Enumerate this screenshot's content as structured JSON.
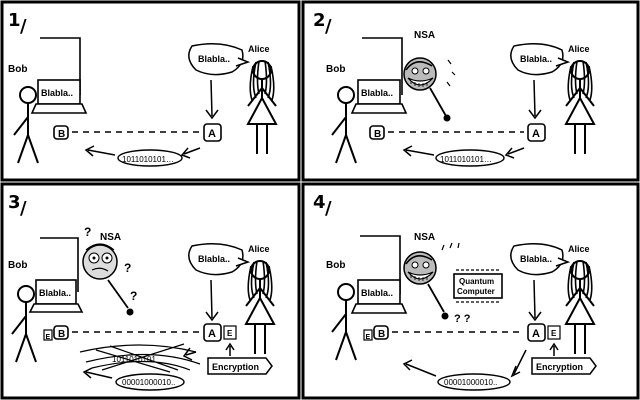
{
  "panels": [
    {
      "number": "1",
      "bob": "Bob",
      "alice": "Alice",
      "laptop_text": "Blabla..",
      "speech": "Blabla..",
      "box_b": "B",
      "box_a": "A",
      "binary": "1011010101…"
    },
    {
      "number": "2",
      "bob": "Bob",
      "alice": "Alice",
      "nsa": "NSA",
      "laptop_text": "Blabla..",
      "speech": "Blabla..",
      "box_b": "B",
      "box_a": "A",
      "binary": "1011010101…"
    },
    {
      "number": "3",
      "bob": "Bob",
      "alice": "Alice",
      "nsa": "NSA",
      "laptop_text": "Blabla..",
      "speech": "Blabla..",
      "box_b": "B",
      "box_a": "A",
      "key_left": "E",
      "key_right": "E",
      "binary_scribbled": "1011010101",
      "binary": "00001000010..",
      "encryption": "Encryption",
      "confused": "?"
    },
    {
      "number": "4",
      "bob": "Bob",
      "alice": "Alice",
      "nsa": "NSA",
      "laptop_text": "Blabla..",
      "speech": "Blabla..",
      "box_b": "B",
      "box_a": "A",
      "key_left": "E",
      "key_right": "E",
      "binary": "00001000010..",
      "encryption": "Encryption",
      "qc_line1": "Quantum",
      "qc_line2": "Computer",
      "marks": "? ?"
    }
  ]
}
